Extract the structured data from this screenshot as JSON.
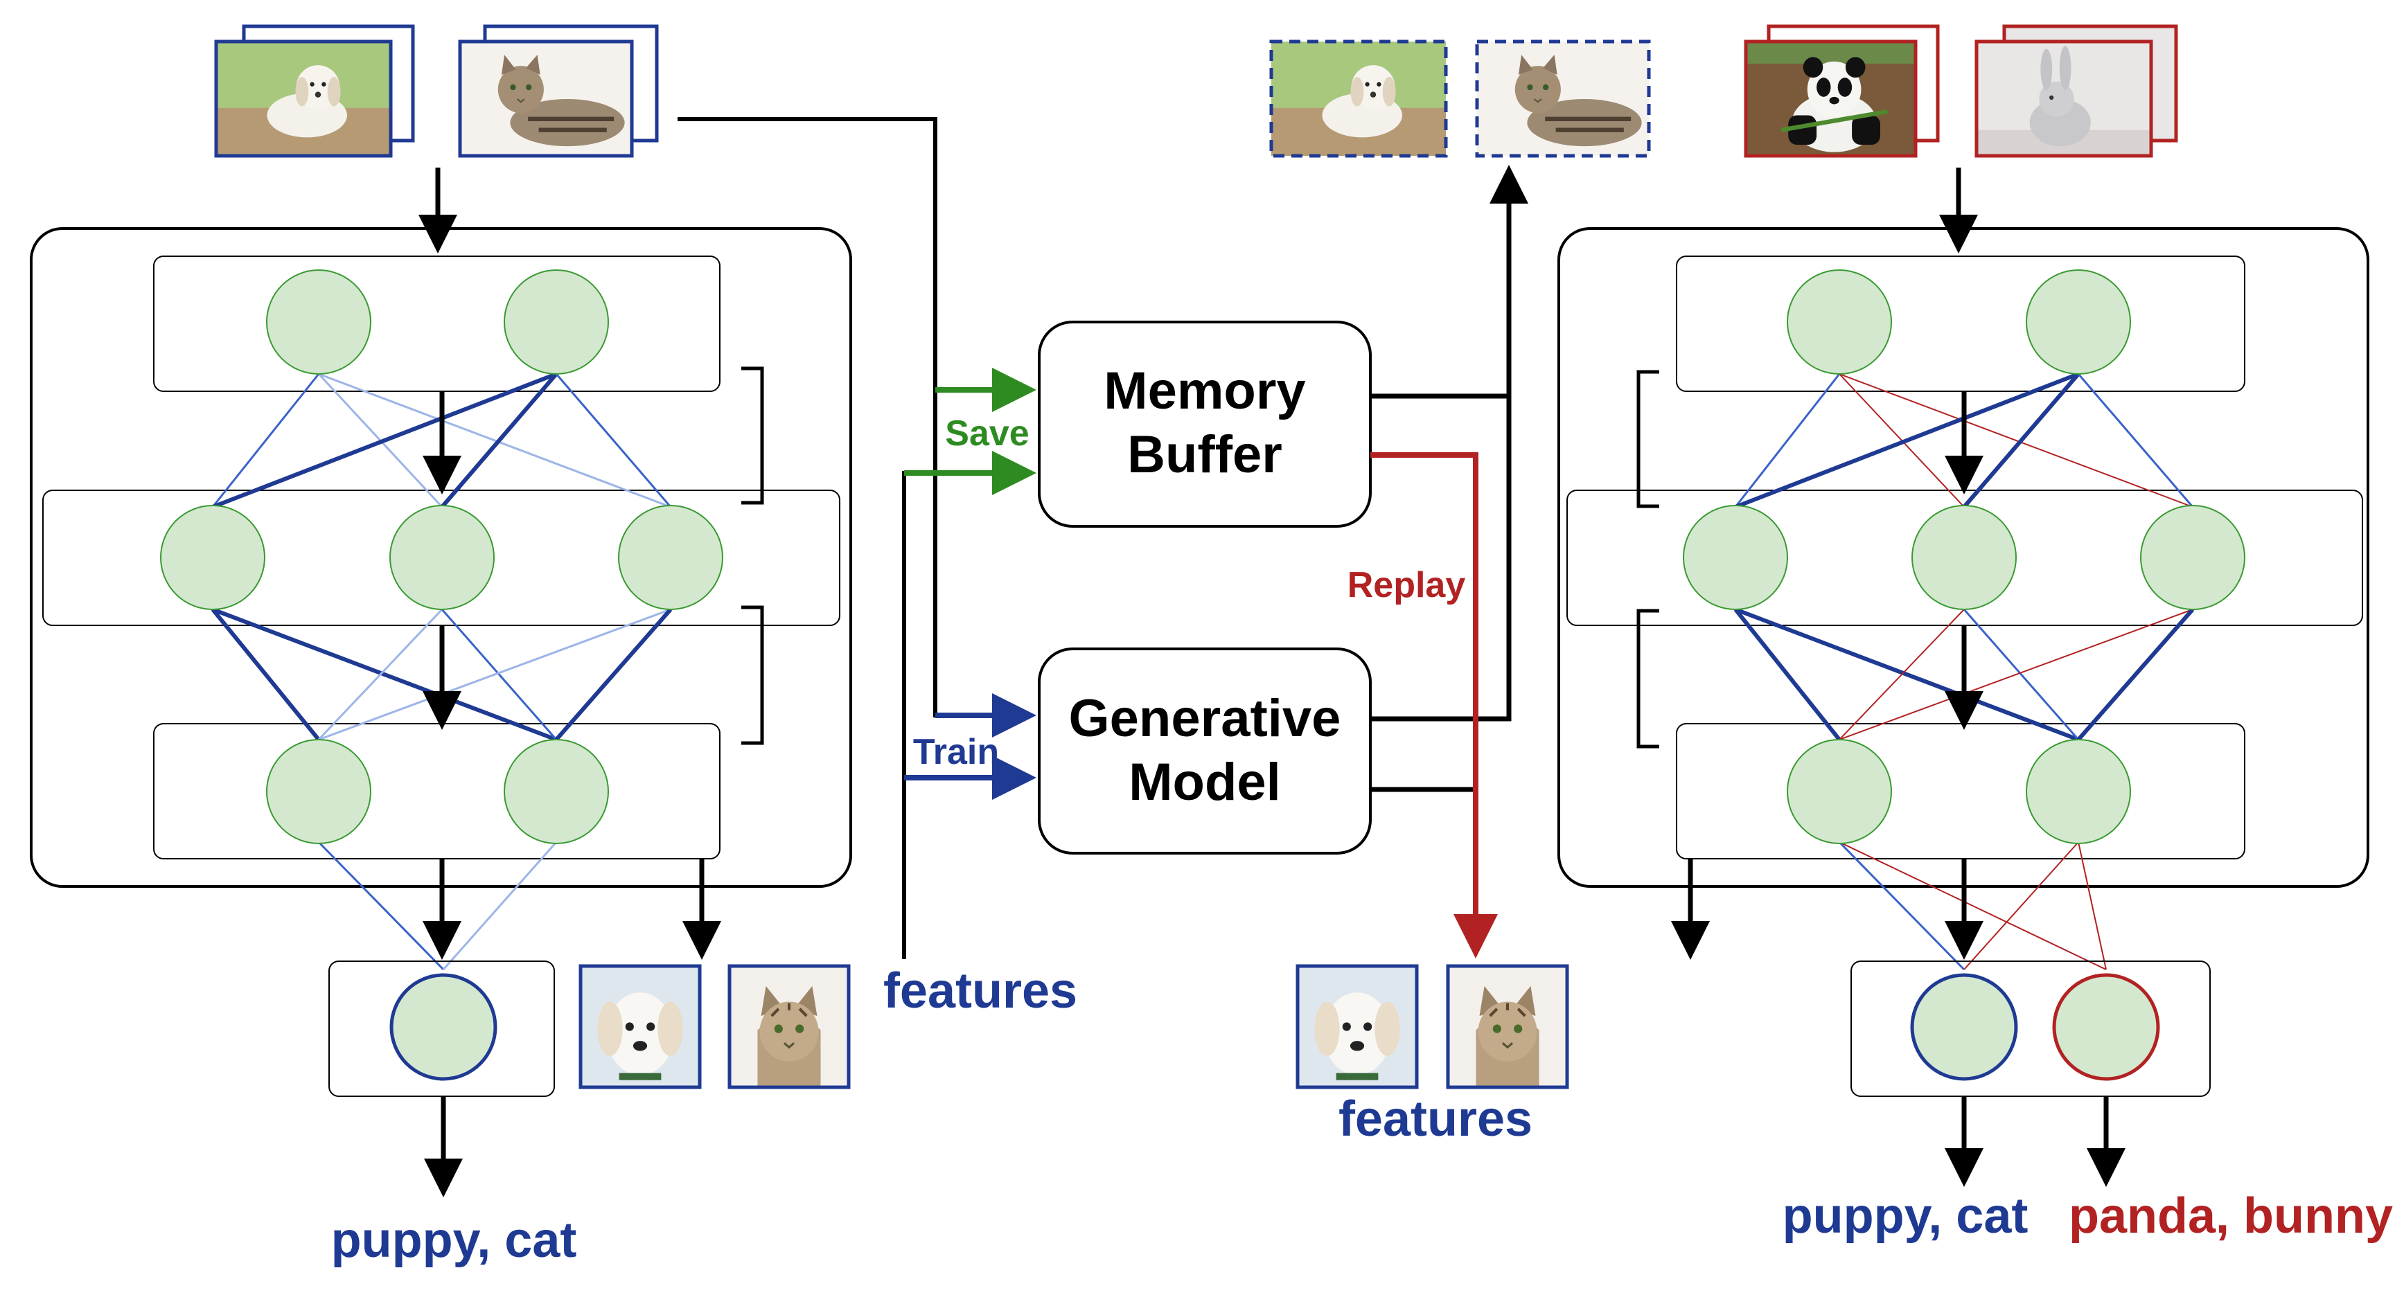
{
  "labels": {
    "memory_buffer_line1": "Memory",
    "memory_buffer_line2": "Buffer",
    "generative_model_line1": "Generative",
    "generative_model_line2": "Model",
    "save": "Save",
    "train": "Train",
    "replay": "Replay",
    "features_left": "features",
    "features_right": "features",
    "left_output": "puppy, cat",
    "right_output_old": "puppy, cat",
    "right_output_new": "panda, bunny"
  },
  "colors": {
    "blue": "#1f3a93",
    "green_arrow": "#2e8b22",
    "red": "#b22222",
    "node_fill": "#d3e8cf",
    "node_stroke": "#3a9a32",
    "edge_blue": "#3a63c9",
    "edge_light": "#9db5e8"
  },
  "images": {
    "left_inputs": [
      "puppy-image",
      "cat-image"
    ],
    "left_features": [
      "puppy-face-image",
      "cat-face-image"
    ],
    "stored_samples": [
      "puppy-image",
      "cat-image"
    ],
    "new_inputs": [
      "panda-image",
      "bunny-image"
    ],
    "replay_features": [
      "puppy-face-image",
      "cat-face-image"
    ]
  }
}
